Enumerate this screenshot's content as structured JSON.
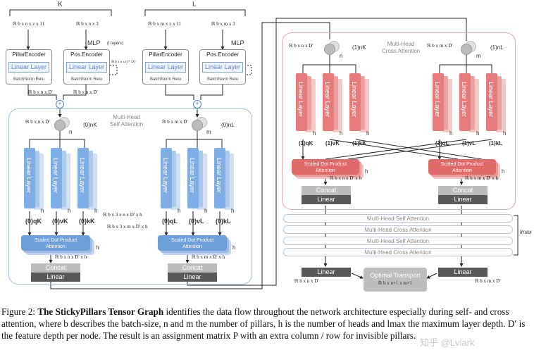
{
  "diagram": {
    "k_label": "K",
    "l_label": "L",
    "in_k_feat": "ℝ b x n x z x 11",
    "in_k_pos": "ℝ b x n x 3",
    "in_l_feat": "ℝ b x m x z x 11",
    "in_l_pos": "ℝ b x m x 3",
    "mlp_k": "MLP",
    "mlp_k_sub": "(l layers)",
    "mlp_l": "MLP",
    "pillar_encoder": "PillarEncoder",
    "pos_encoder": "Pos.Encoder",
    "linear_layer": "Linear Layer",
    "batchnorm": "BatchNorm Relu",
    "enc_dim_k_left": "ℝ b x n x D'",
    "enc_dim_k_right": "ℝ b x n x D'",
    "enc_side_dim": "ℝ b x n x (l * D')",
    "self_attn_title": "Multi-Head\nSelf Attention",
    "cross_attn_title": "Multi-Head\nCross Attention",
    "sa_in_k": "ℝ b x n x D'",
    "sa_in_l": "ℝ b x m x D'",
    "nk_sa": "(0)nK",
    "nl_sa": "(0)nL",
    "n_lbl": "n",
    "m_lbl": "m",
    "h_lbl": "h",
    "q_k0": "(0)qK",
    "v_k0": "(0)vK",
    "k_k0": "(0)kK",
    "q_l0": "(0)qL",
    "v_l0": "(0)vL",
    "k_l0": "(0)kL",
    "dim_bx3n": "ℝ b x 3 x n x D' x h",
    "dim_bx3m": "ℝ b x 3 x m x D' x h",
    "sdpa": "Scaled Dot Product\nAttention",
    "sdpa_out_k": "ℝ b x n x D' x h",
    "sdpa_out_l": "ℝ b x m x D' x h",
    "concat": "Concat",
    "linear": "Linear",
    "ca_in_k": "ℝ b x n x D'",
    "ca_in_l": "ℝ b x m x D'",
    "nk_ca": "(1)nK",
    "nl_ca": "(1)nL",
    "q_k1": "(1)qK",
    "v_k1": "(1)vK",
    "k_k1": "(1)kK",
    "q_l1": "(1)qL",
    "v_l1": "(1)vL",
    "k_l1": "(1)kL",
    "ca_sdpa_out_k": "ℝ b x n x D' x h",
    "ca_sdpa_out_l": "ℝ b x m x D' x h",
    "stack": [
      "Multi-Head Self Attention",
      "Multi-Head Cross Attention",
      "Multi-Head Self Attention",
      "Multi-Head Cross Attention"
    ],
    "lmax": "lmax",
    "final_dim_k": "ℝ b x n x D'",
    "final_dim_l": "ℝ b x m x D'",
    "optimal_transport": "Optimal Transport",
    "ot_dim": "ℝ b x n+1 x m+1"
  },
  "caption": {
    "figure": "Figure 2:",
    "title": "The StickyPillars Tensor Graph",
    "body": " identifies the data flow throughout the network architecture especially during self- and cross attention, where b describes the batch-size, n and m the number of pillars, h is the number of heads and lmax the maximum layer depth. D′ is the feature depth per node. The result is an assignment matrix P with an extra column / row for invisible pillars."
  },
  "watermark": "知乎 @Lvlark"
}
